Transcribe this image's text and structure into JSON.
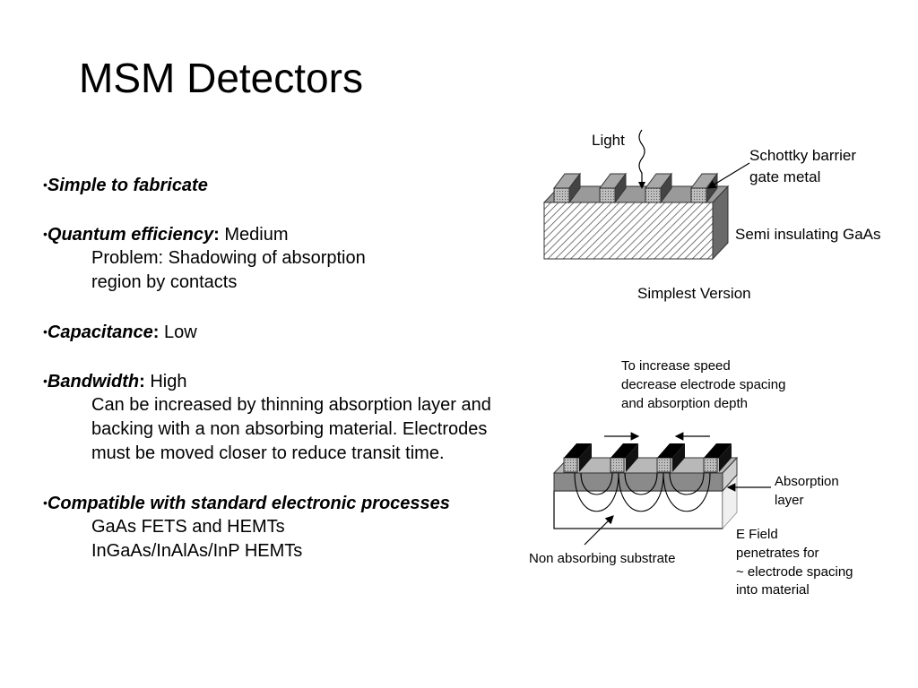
{
  "slide": {
    "title": "MSM Detectors",
    "bullets": [
      {
        "head": "Simple to fabricate",
        "sep": "",
        "value": "",
        "details": []
      },
      {
        "head": "Quantum efficiency",
        "sep": ":",
        "value": " Medium",
        "details": [
          "Problem:  Shadowing of absorption",
          "region by contacts"
        ]
      },
      {
        "head": "Capacitance",
        "sep": ":",
        "value": " Low",
        "details": []
      },
      {
        "head": "Bandwidth",
        "sep": ":",
        "value": " High",
        "details": [
          "Can be increased by thinning absorption layer and",
          "backing with a non absorbing material.  Electrodes",
          "must be moved closer to reduce transit time."
        ]
      },
      {
        "head": "Compatible with standard electronic processes",
        "sep": "",
        "value": "",
        "details": [
          "GaAs FETS and HEMTs",
          "InGaAs/InAlAs/InP HEMTs"
        ]
      }
    ]
  },
  "diagram_top": {
    "light": "Light",
    "schottky": [
      "Schottky barrier",
      "gate metal"
    ],
    "substrate": "Semi insulating GaAs",
    "caption": "Simplest Version"
  },
  "diagram_bottom": {
    "speed_note": [
      "To increase speed",
      "decrease electrode spacing",
      "and absorption depth"
    ],
    "absorption": [
      "Absorption",
      "layer"
    ],
    "efield": [
      "E Field",
      "penetrates for",
      "~ electrode spacing",
      "into material"
    ],
    "substrate": "Non absorbing substrate"
  }
}
